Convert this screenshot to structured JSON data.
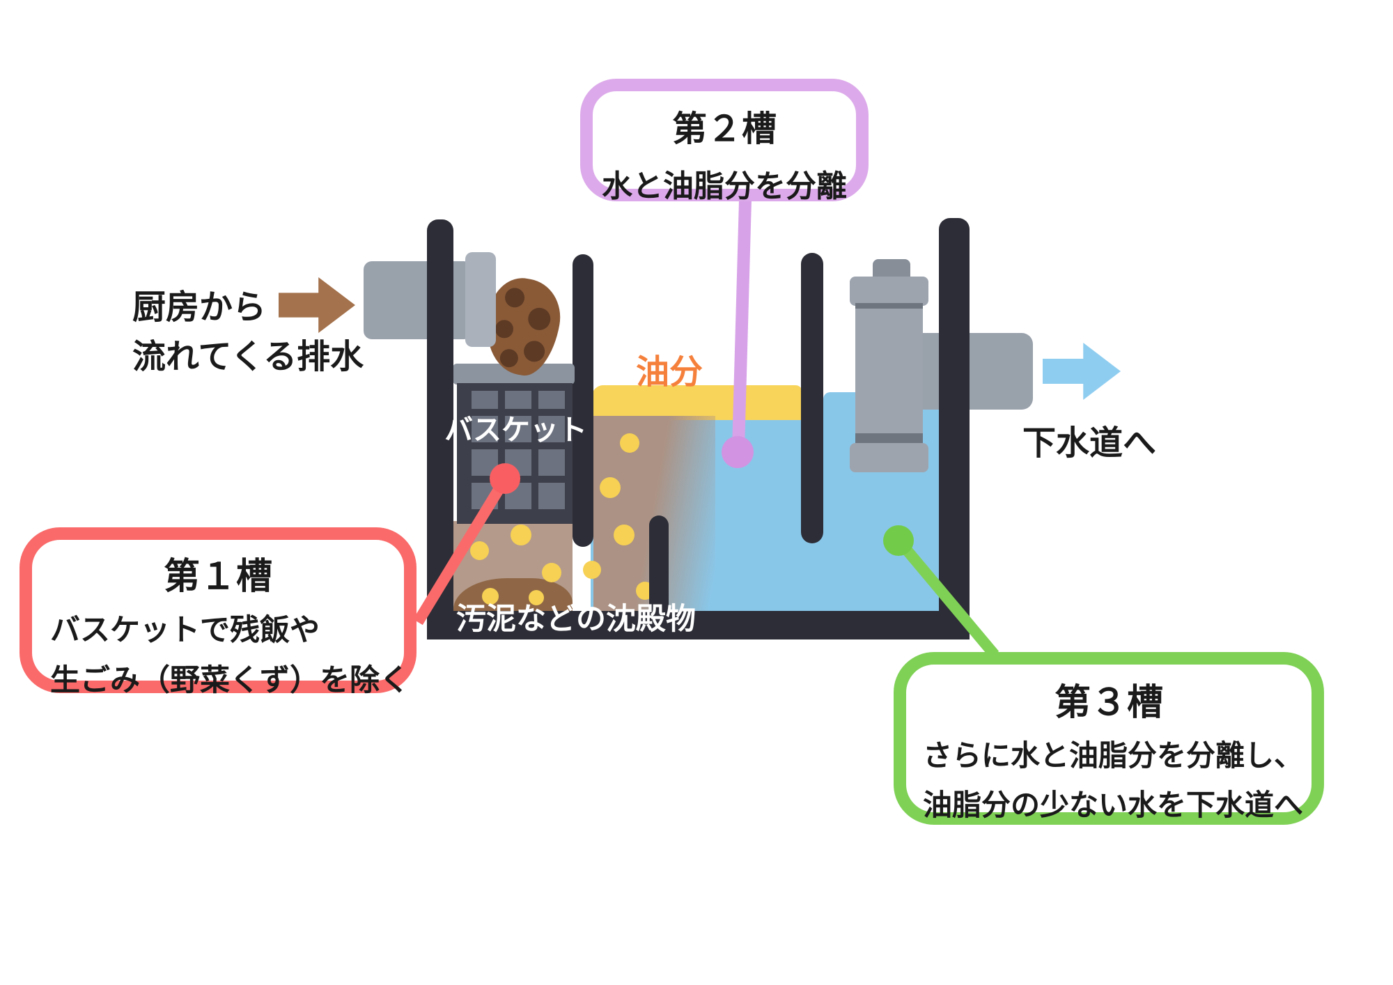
{
  "labels": {
    "kitchen_inflow": {
      "line1": "厨房から",
      "line2": "流れてくる排水"
    },
    "to_sewer": "下水道へ",
    "oil": "油分",
    "basket": "バスケット",
    "sludge": "汚泥などの沈殿物"
  },
  "bubbles": {
    "tank1": {
      "title": "第１槽",
      "line1": "バスケットで残飯や",
      "line2": "生ごみ（野菜くず）を除く"
    },
    "tank2": {
      "title": "第２槽",
      "line1": "水と油脂分を分離"
    },
    "tank3": {
      "title": "第３槽",
      "line1": "さらに水と油脂分を分離し、",
      "line2": "油脂分の少ない水を下水道へ"
    }
  },
  "colors": {
    "tank1_accent": "#fa6a6a",
    "tank2_accent": "#dcaaea",
    "tank3_accent": "#7fd156",
    "oil_label": "#f5803c",
    "oil_layer": "#f8d45a",
    "water": "#89c7e9",
    "sediment": "#b49a8b",
    "inflow_arrow": "#a4724c",
    "outflow_arrow": "#8fcdf0",
    "tank_wall": "#2c2d36"
  }
}
